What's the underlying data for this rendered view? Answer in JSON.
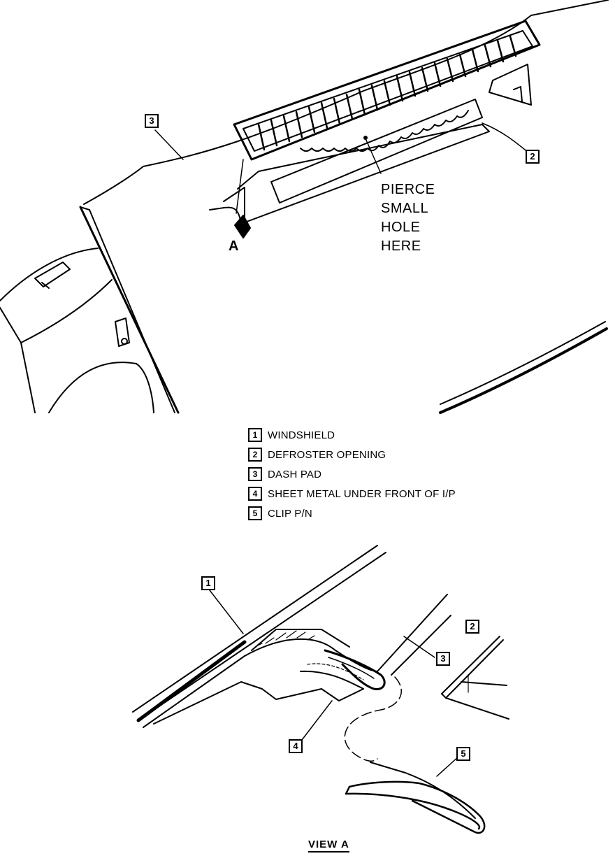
{
  "upper_view": {
    "callouts": [
      "3",
      "2"
    ],
    "pierce_note": [
      "PIERCE",
      "SMALL",
      "HOLE",
      "HERE"
    ],
    "view_marker": "A"
  },
  "legend": {
    "items": [
      {
        "num": "1",
        "label": "WINDSHIELD"
      },
      {
        "num": "2",
        "label": "DEFROSTER OPENING"
      },
      {
        "num": "3",
        "label": "DASH PAD"
      },
      {
        "num": "4",
        "label": "SHEET METAL UNDER FRONT OF I/P"
      },
      {
        "num": "5",
        "label": "CLIP P/N"
      }
    ]
  },
  "detail_view": {
    "callouts": [
      "1",
      "2",
      "3",
      "4",
      "5"
    ],
    "title": "VIEW A"
  }
}
